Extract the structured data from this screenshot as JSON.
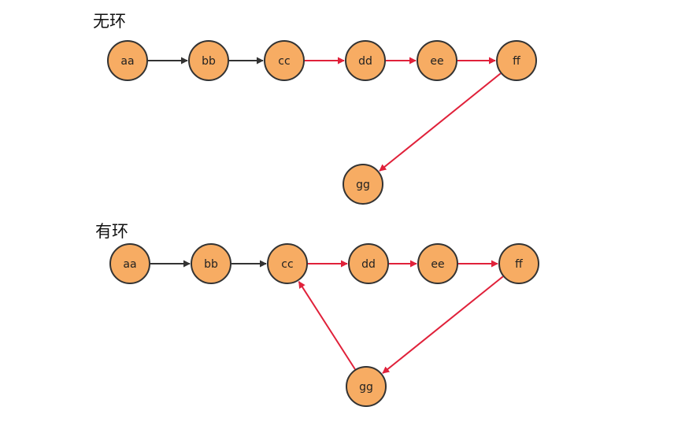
{
  "diagrams": [
    {
      "title": "无环",
      "nodes": [
        {
          "id": "aa",
          "label": "aa"
        },
        {
          "id": "bb",
          "label": "bb"
        },
        {
          "id": "cc",
          "label": "cc"
        },
        {
          "id": "dd",
          "label": "dd"
        },
        {
          "id": "ee",
          "label": "ee"
        },
        {
          "id": "ff",
          "label": "ff"
        },
        {
          "id": "gg",
          "label": "gg"
        }
      ],
      "edges": [
        {
          "from": "aa",
          "to": "bb",
          "color": "#333333"
        },
        {
          "from": "bb",
          "to": "cc",
          "color": "#333333"
        },
        {
          "from": "cc",
          "to": "dd",
          "color": "#e0213a"
        },
        {
          "from": "dd",
          "to": "ee",
          "color": "#e0213a"
        },
        {
          "from": "ee",
          "to": "ff",
          "color": "#e0213a"
        },
        {
          "from": "ff",
          "to": "gg",
          "color": "#e0213a"
        }
      ]
    },
    {
      "title": "有环",
      "nodes": [
        {
          "id": "aa",
          "label": "aa"
        },
        {
          "id": "bb",
          "label": "bb"
        },
        {
          "id": "cc",
          "label": "cc"
        },
        {
          "id": "dd",
          "label": "dd"
        },
        {
          "id": "ee",
          "label": "ee"
        },
        {
          "id": "ff",
          "label": "ff"
        },
        {
          "id": "gg",
          "label": "gg"
        }
      ],
      "edges": [
        {
          "from": "aa",
          "to": "bb",
          "color": "#333333"
        },
        {
          "from": "bb",
          "to": "cc",
          "color": "#333333"
        },
        {
          "from": "cc",
          "to": "dd",
          "color": "#e0213a"
        },
        {
          "from": "dd",
          "to": "ee",
          "color": "#e0213a"
        },
        {
          "from": "ee",
          "to": "ff",
          "color": "#e0213a"
        },
        {
          "from": "ff",
          "to": "gg",
          "color": "#e0213a"
        },
        {
          "from": "gg",
          "to": "cc",
          "color": "#e0213a"
        }
      ]
    }
  ],
  "colors": {
    "node_fill": "#f7ac63",
    "node_stroke": "#333333"
  }
}
